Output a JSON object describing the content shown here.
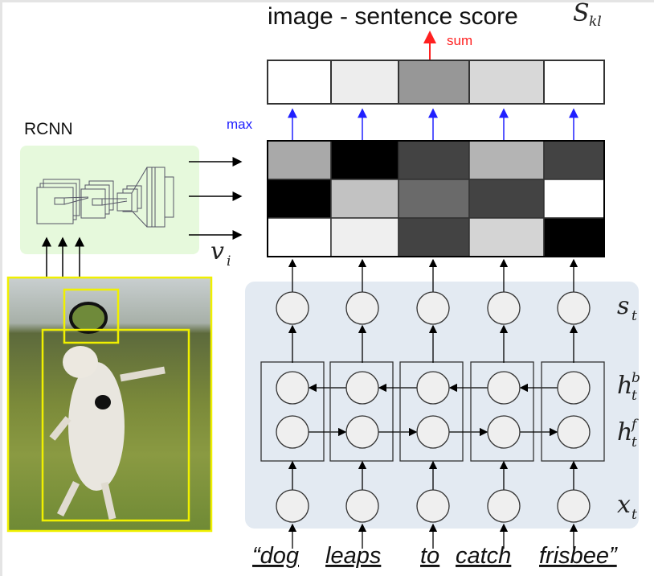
{
  "title": "image - sentence score",
  "score_symbol": "S",
  "score_subscript": "kl",
  "sum_label": "sum",
  "max_label": "max",
  "rcnn_label": "RCNN",
  "region_symbol": "v",
  "region_subscript": "i",
  "layer_labels": [
    {
      "sym": "s",
      "sub": "t",
      "sup": ""
    },
    {
      "sym": "h",
      "sub": "t",
      "sup": "b"
    },
    {
      "sym": "h",
      "sub": "t",
      "sup": "f"
    },
    {
      "sym": "x",
      "sub": "t",
      "sup": ""
    }
  ],
  "words": [
    "“dog",
    "leaps",
    "to",
    "catch",
    "frisbee”"
  ],
  "colors": {
    "sum_arrow": "#ff2020",
    "max_arrow": "#2020ff",
    "rnn_panel": "#e3eaf2",
    "rcnn_panel": "#e6f9dc",
    "region_box": "#f0f000"
  },
  "score_row_shades": [
    "#ffffff",
    "#ededed",
    "#979797",
    "#d8d8d8",
    "#ffffff"
  ],
  "alignment_matrix_shades": [
    [
      "#a9a9a9",
      "#000000",
      "#434343",
      "#b4b4b4",
      "#434343"
    ],
    [
      "#000000",
      "#c2c2c2",
      "#6a6a6a",
      "#434343",
      "#ffffff"
    ],
    [
      "#ffffff",
      "#efefef",
      "#434343",
      "#d4d4d4",
      "#000000"
    ]
  ]
}
